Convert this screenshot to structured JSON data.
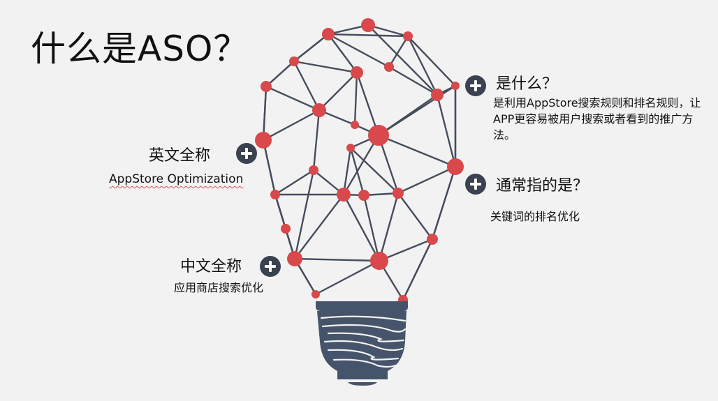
{
  "title": "什么是ASO？",
  "sections": {
    "what": {
      "heading": "是什么？",
      "body": "是利用AppStore搜索规则和排名规则，让APP更容易被用户搜索或者看到的推广方法。"
    },
    "usually": {
      "heading": "通常指的是？",
      "body": "关键词的排名优化"
    },
    "english": {
      "heading": "英文全称",
      "body": "AppStore Optimization"
    },
    "chinese": {
      "heading": "中文全称",
      "body": "应用商店搜索优化"
    }
  },
  "colors": {
    "node": "#d9484a",
    "edge": "#454d5c",
    "base": "#46546b",
    "icon": "#3a4250"
  },
  "icons": [
    "plus-circle-icon",
    "lightbulb-network-icon"
  ]
}
